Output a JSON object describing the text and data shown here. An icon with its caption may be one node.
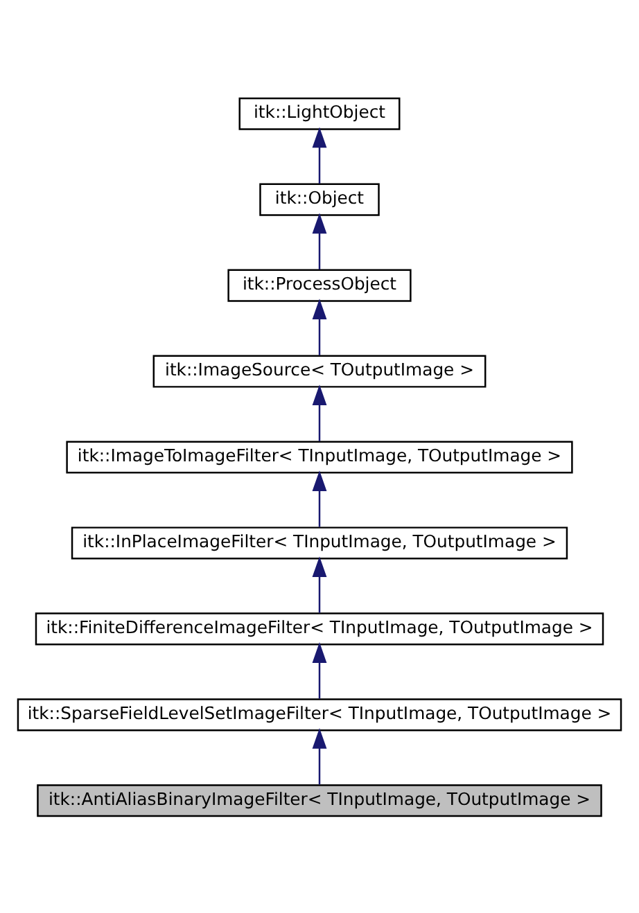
{
  "diagram": {
    "nodes": [
      {
        "text": [
          "itk::LightObject"
        ]
      },
      {
        "text": [
          "itk::Object"
        ]
      },
      {
        "text": [
          "itk::ProcessObject"
        ]
      },
      {
        "text": [
          "itk::ImageSource< TOutputImage >"
        ]
      },
      {
        "text": [
          "itk::ImageToImageFilter< TInputImage, TOutputImage >"
        ]
      },
      {
        "text": [
          "itk::InPlaceImageFilter< TInputImage, TOutputImage >"
        ]
      },
      {
        "text": [
          "itk::FiniteDifferenceImageFilter< TInputImage, TOutputImage >"
        ]
      },
      {
        "text": [
          "itk::SparseFieldLevelSetImageFilter< TInputImage, TOutputImage >"
        ]
      },
      {
        "text": [
          "itk::AntiAliasBinaryImageFilter< TInputImage, TOutputImage >"
        ]
      }
    ],
    "edges": [
      {
        "from": 1,
        "to": 0,
        "arrow": "to"
      },
      {
        "from": 2,
        "to": 1,
        "arrow": "to"
      },
      {
        "from": 3,
        "to": 2,
        "arrow": "to"
      },
      {
        "from": 4,
        "to": 3,
        "arrow": "to"
      },
      {
        "from": 5,
        "to": 4,
        "arrow": "to"
      },
      {
        "from": 6,
        "to": 5,
        "arrow": "to"
      },
      {
        "from": 7,
        "to": 6,
        "arrow": "to"
      },
      {
        "from": 8,
        "to": 7,
        "arrow": "to"
      }
    ]
  }
}
